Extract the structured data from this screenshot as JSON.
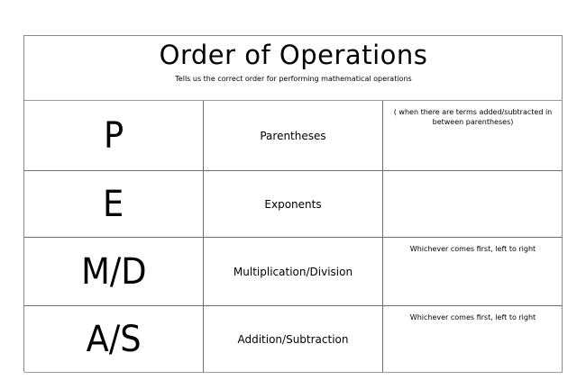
{
  "header": {
    "title": "Order of Operations",
    "subtitle": "Tells us the correct order for performing mathematical operations"
  },
  "rows": [
    {
      "letter": "P",
      "name": "Parentheses",
      "note": "( when there are terms added/subtracted in between parentheses)"
    },
    {
      "letter": "E",
      "name": "Exponents",
      "note": ""
    },
    {
      "letter": "M/D",
      "name": "Multiplication/Division",
      "note": "Whichever comes first, left to right"
    },
    {
      "letter": "A/S",
      "name": "Addition/Subtraction",
      "note": "Whichever comes first, left to right"
    }
  ]
}
